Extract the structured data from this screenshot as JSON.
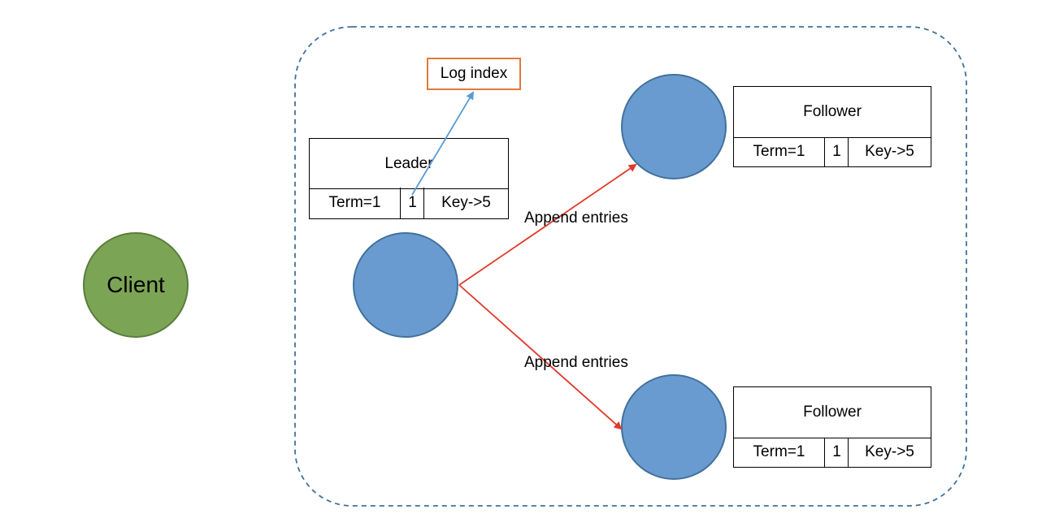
{
  "colors": {
    "client_fill": "#7ba555",
    "client_stroke": "#5a7d3b",
    "node_fill": "#6a9bd0",
    "node_stroke": "#41719c",
    "cluster_border": "#41719c",
    "append_arrow": "#e0392b",
    "index_arrow": "#5b9bd5",
    "logbox_border": "#e07a3a"
  },
  "client": {
    "label": "Client"
  },
  "log_index": {
    "label": "Log index"
  },
  "leader": {
    "title": "Leader",
    "term": "Term=1",
    "index": "1",
    "entry": "Key->5"
  },
  "followers": [
    {
      "title": "Follower",
      "term": "Term=1",
      "index": "1",
      "entry": "Key->5"
    },
    {
      "title": "Follower",
      "term": "Term=1",
      "index": "1",
      "entry": "Key->5"
    }
  ],
  "arrows": {
    "to_follower_top": "Append entries",
    "to_follower_bottom": "Append entries"
  }
}
